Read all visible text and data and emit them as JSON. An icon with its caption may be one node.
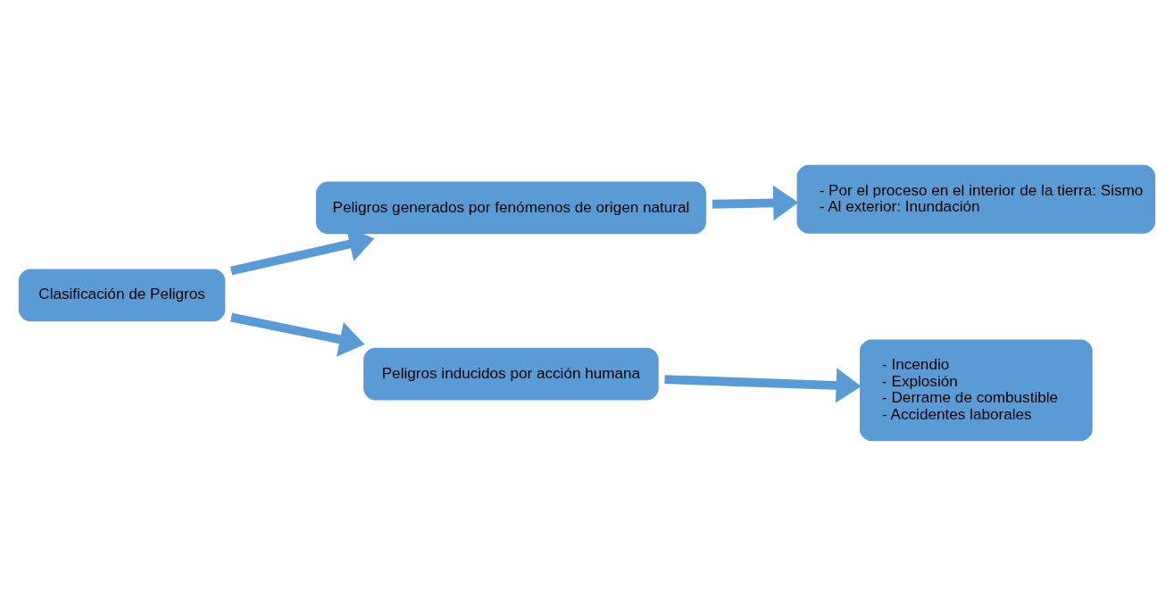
{
  "diagram": {
    "nodes": [
      {
        "text": [
          "Clasificación de Peligros"
        ]
      },
      {
        "text": [
          "Peligros generados por fenómenos de origen natural"
        ]
      },
      {
        "text": [
          "- Por el proceso en el interior de la tierra: Sismo",
          "- Al exterior: Inundación"
        ]
      },
      {
        "text": [
          "Peligros inducidos por acción humana"
        ]
      },
      {
        "text": [
          "- Incendio",
          "- Explosión",
          "- Derrame de combustible",
          "- Accidentes laborales"
        ]
      }
    ],
    "edges": [
      {
        "from": 0,
        "to": 1,
        "arrow": "to"
      },
      {
        "from": 0,
        "to": 3,
        "arrow": "to"
      },
      {
        "from": 1,
        "to": 2,
        "arrow": "to"
      },
      {
        "from": 3,
        "to": 4,
        "arrow": "to"
      }
    ]
  }
}
